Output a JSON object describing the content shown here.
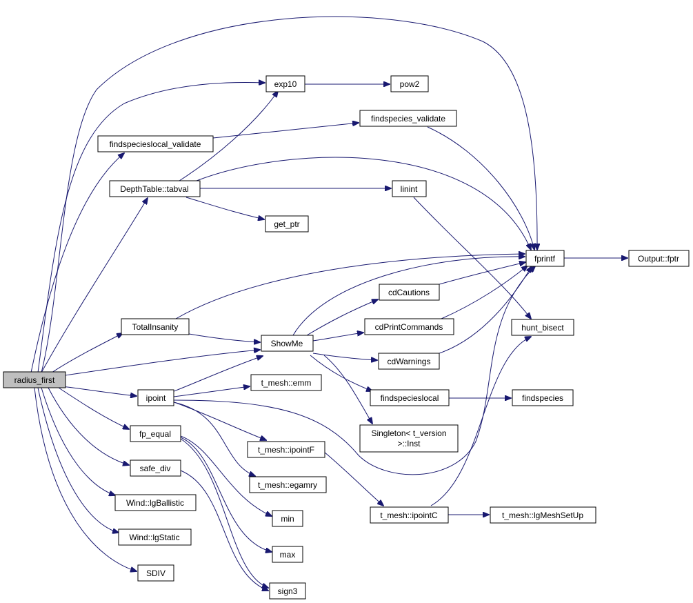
{
  "diagram": {
    "nodes": [
      {
        "id": "radius_first",
        "label": "radius_first",
        "root": true
      },
      {
        "id": "exp10",
        "label": "exp10"
      },
      {
        "id": "pow2",
        "label": "pow2"
      },
      {
        "id": "findspecieslocal_validate",
        "label": "findspecieslocal_validate"
      },
      {
        "id": "findspecies_validate",
        "label": "findspecies_validate"
      },
      {
        "id": "tabval",
        "label": "DepthTable::tabval"
      },
      {
        "id": "linint",
        "label": "linint"
      },
      {
        "id": "get_ptr",
        "label": "get_ptr"
      },
      {
        "id": "fprintf",
        "label": "fprintf"
      },
      {
        "id": "output_fptr",
        "label": "Output::fptr"
      },
      {
        "id": "cdCautions",
        "label": "cdCautions"
      },
      {
        "id": "totalinsanity",
        "label": "TotalInsanity"
      },
      {
        "id": "cdPrintCommands",
        "label": "cdPrintCommands"
      },
      {
        "id": "hunt_bisect",
        "label": "hunt_bisect"
      },
      {
        "id": "showme",
        "label": "ShowMe"
      },
      {
        "id": "cdWarnings",
        "label": "cdWarnings"
      },
      {
        "id": "ipoint",
        "label": "ipoint"
      },
      {
        "id": "emm",
        "label": "t_mesh::emm"
      },
      {
        "id": "findspecieslocal",
        "label": "findspecieslocal"
      },
      {
        "id": "findspecies",
        "label": "findspecies"
      },
      {
        "id": "fp_equal",
        "label": "fp_equal"
      },
      {
        "id": "singleton_l1",
        "label": "Singleton< t_version"
      },
      {
        "id": "singleton_l2",
        "label": ">::Inst"
      },
      {
        "id": "ipointF",
        "label": "t_mesh::ipointF"
      },
      {
        "id": "safe_div",
        "label": "safe_div"
      },
      {
        "id": "egamry",
        "label": "t_mesh::egamry"
      },
      {
        "id": "lgBallistic",
        "label": "Wind::lgBallistic"
      },
      {
        "id": "ipointC",
        "label": "t_mesh::ipointC"
      },
      {
        "id": "lgMeshSetUp",
        "label": "t_mesh::lgMeshSetUp"
      },
      {
        "id": "min",
        "label": "min"
      },
      {
        "id": "lgStatic",
        "label": "Wind::lgStatic"
      },
      {
        "id": "max",
        "label": "max"
      },
      {
        "id": "sdiv",
        "label": "SDIV"
      },
      {
        "id": "sign3",
        "label": "sign3"
      }
    ]
  }
}
